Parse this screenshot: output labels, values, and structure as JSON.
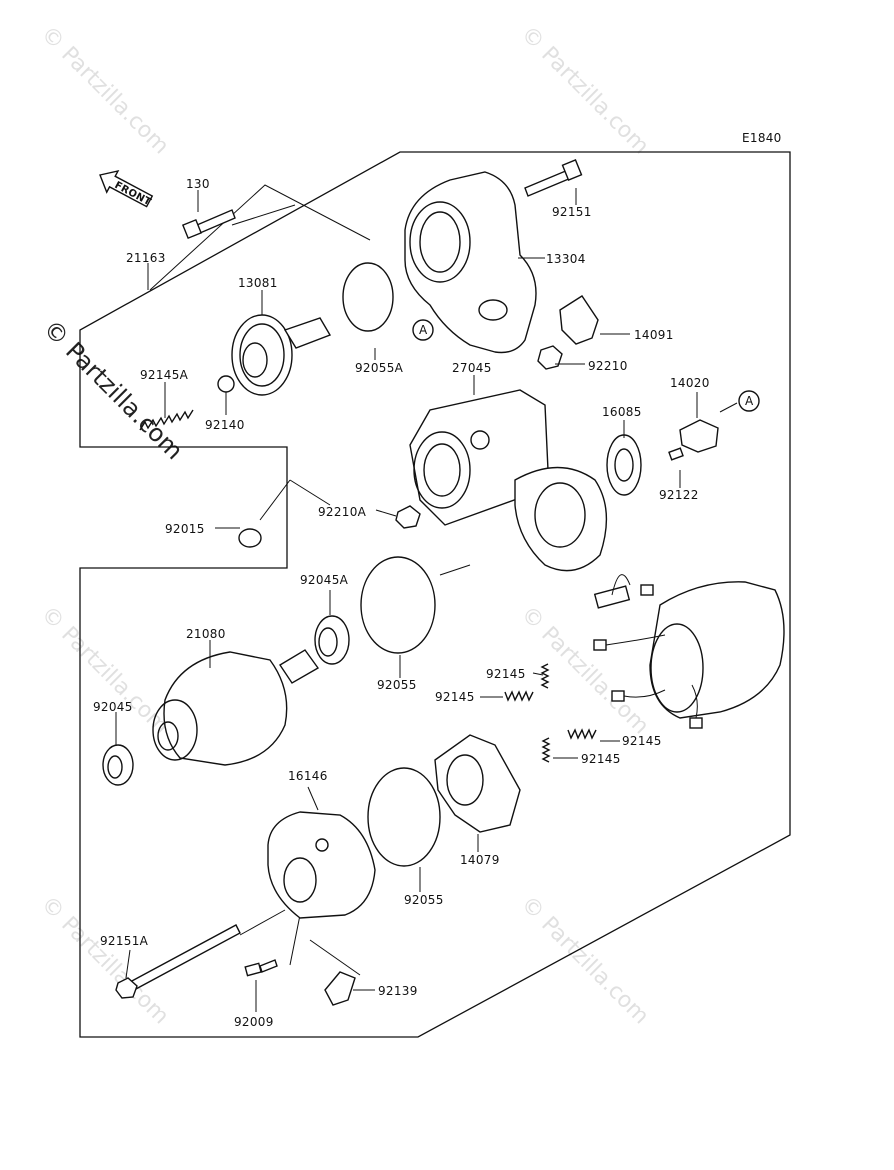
{
  "diagram": {
    "code": "E1840",
    "front_label": "FRONT",
    "watermark": "© Partzilla.com",
    "callout_letter": "A",
    "parts": [
      {
        "id": "p130",
        "label": "130"
      },
      {
        "id": "p21163",
        "label": "21163"
      },
      {
        "id": "p13081",
        "label": "13081"
      },
      {
        "id": "p92145A",
        "label": "92145A"
      },
      {
        "id": "p92140",
        "label": "92140"
      },
      {
        "id": "p92055A",
        "label": "92055A"
      },
      {
        "id": "p92151",
        "label": "92151"
      },
      {
        "id": "p13304",
        "label": "13304"
      },
      {
        "id": "p14091",
        "label": "14091"
      },
      {
        "id": "p92210",
        "label": "92210"
      },
      {
        "id": "p27045",
        "label": "27045"
      },
      {
        "id": "p14020",
        "label": "14020"
      },
      {
        "id": "p16085",
        "label": "16085"
      },
      {
        "id": "p92122",
        "label": "92122"
      },
      {
        "id": "p92015",
        "label": "92015"
      },
      {
        "id": "p92210A",
        "label": "92210A"
      },
      {
        "id": "p92045A",
        "label": "92045A"
      },
      {
        "id": "p21080",
        "label": "21080"
      },
      {
        "id": "p92055a",
        "label": "92055"
      },
      {
        "id": "p92145a",
        "label": "92145"
      },
      {
        "id": "p92145b",
        "label": "92145"
      },
      {
        "id": "p92145c",
        "label": "92145"
      },
      {
        "id": "p92145d",
        "label": "92145"
      },
      {
        "id": "p92045",
        "label": "92045"
      },
      {
        "id": "p16146",
        "label": "16146"
      },
      {
        "id": "p14079",
        "label": "14079"
      },
      {
        "id": "p92055b",
        "label": "92055"
      },
      {
        "id": "p92151A",
        "label": "92151A"
      },
      {
        "id": "p92139",
        "label": "92139"
      },
      {
        "id": "p92009",
        "label": "92009"
      }
    ]
  }
}
